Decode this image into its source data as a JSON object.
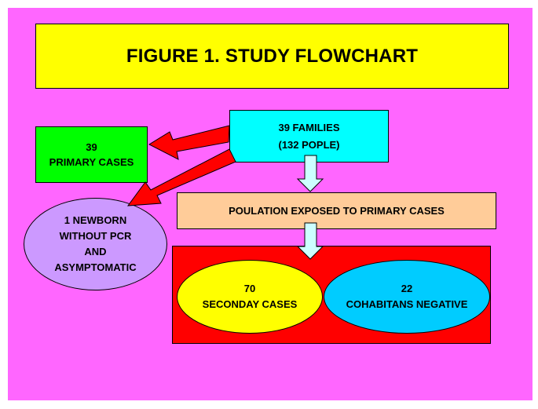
{
  "title": "FIGURE 1. STUDY FLOWCHART",
  "nodes": {
    "families": "39 FAMILIES\n(132 POPLE)",
    "primary": "39\nPRIMARY CASES",
    "newborn": "1 NEWBORN\nWITHOUT PCR\nAND\nASYMPTOMATIC",
    "exposed": "POULATION EXPOSED TO PRIMARY CASES",
    "secondary": "70\nSECONDAY CASES",
    "negative": "22\nCOHABITANS NEGATIVE"
  },
  "colors": {
    "background": "#ff66ff",
    "title": "#ffff00",
    "primary": "#00ff00",
    "families": "#00ffff",
    "exposed": "#ffcc99",
    "cases_panel": "#ff0000",
    "newborn": "#cc99ff",
    "secondary": "#ffff00",
    "negative": "#00ccff",
    "side_arrows": "#ff0000",
    "down_arrows": "#ccffff"
  }
}
